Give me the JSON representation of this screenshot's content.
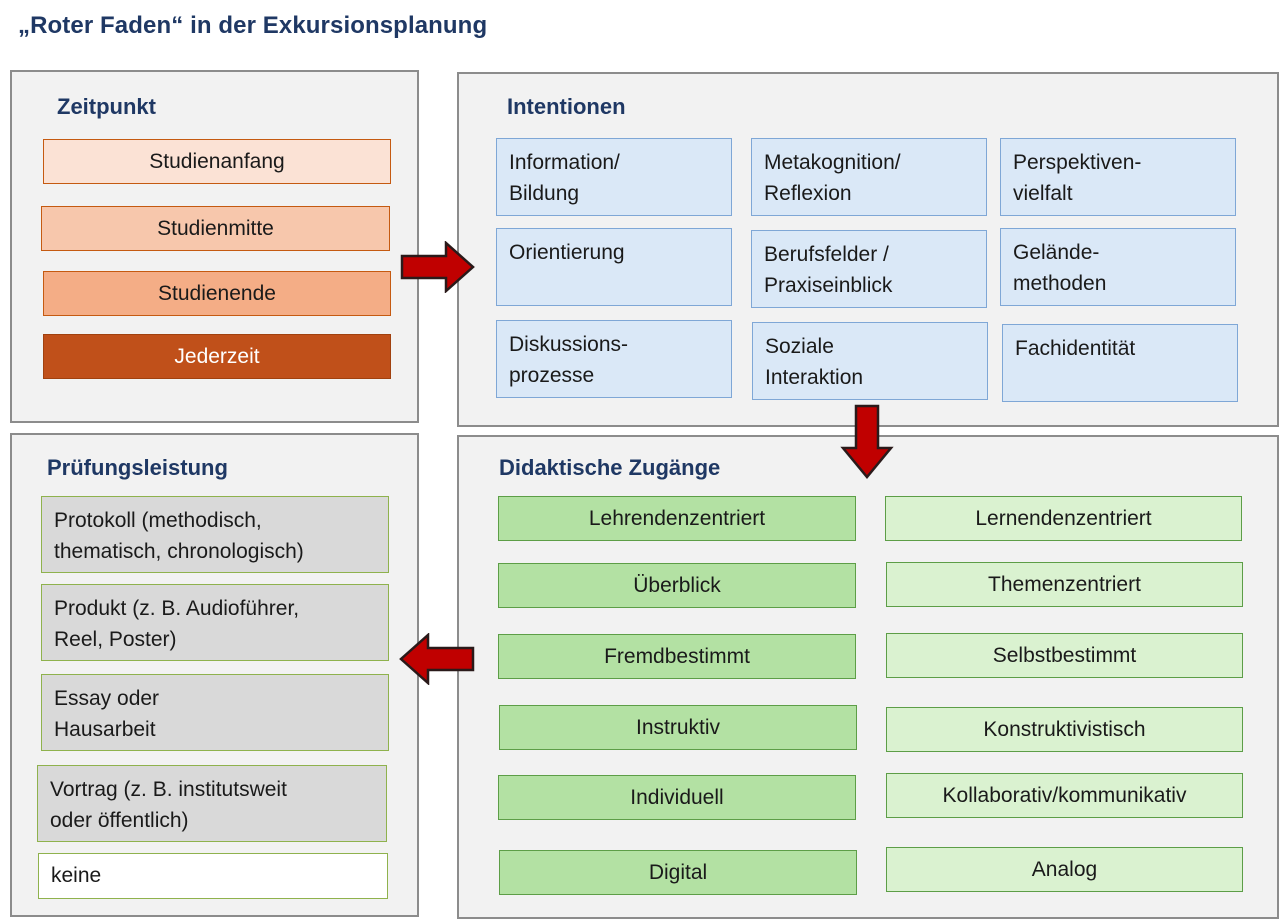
{
  "title": "„Roter Faden“ in der Exkursionsplanung",
  "panels": {
    "zeitpunkt": {
      "title": "Zeitpunkt",
      "items": [
        "Studienanfang",
        "Studienmitte",
        "Studienende",
        "Jederzeit"
      ]
    },
    "intentionen": {
      "title": "Intentionen",
      "items": [
        "Information/\nBildung",
        "Metakognition/\nReflexion",
        "Perspektiven-\nvielfalt",
        "Orientierung",
        "Berufsfelder /\nPraxiseinblick",
        "Gelände-\nmethoden",
        "Diskussions-\nprozesse",
        "Soziale\nInteraktion",
        "Fachidentität"
      ]
    },
    "zugaenge": {
      "title": "Didaktische Zugänge",
      "left": [
        "Lehrendenzentriert",
        "Überblick",
        "Fremdbestimmt",
        "Instruktiv",
        "Individuell",
        "Digital"
      ],
      "right": [
        "Lernendenzentriert",
        "Themenzentriert",
        "Selbstbestimmt",
        "Konstruktivistisch",
        "Kollaborativ/kommunikativ",
        "Analog"
      ]
    },
    "pruefung": {
      "title": "Prüfungsleistung",
      "items": [
        "Protokoll (methodisch,\nthematisch, chronologisch)",
        "Produkt (z. B.  Audioführer,\nReel, Poster)",
        "Essay oder\nHausarbeit",
        "Vortrag (z. B. institutsweit\noder öffentlich)",
        "keine"
      ]
    }
  },
  "colors": {
    "title": "#1f3864",
    "arrow_fill": "#c00000",
    "arrow_stroke": "#2a1a1a"
  },
  "arrows": [
    "right",
    "down",
    "left"
  ]
}
